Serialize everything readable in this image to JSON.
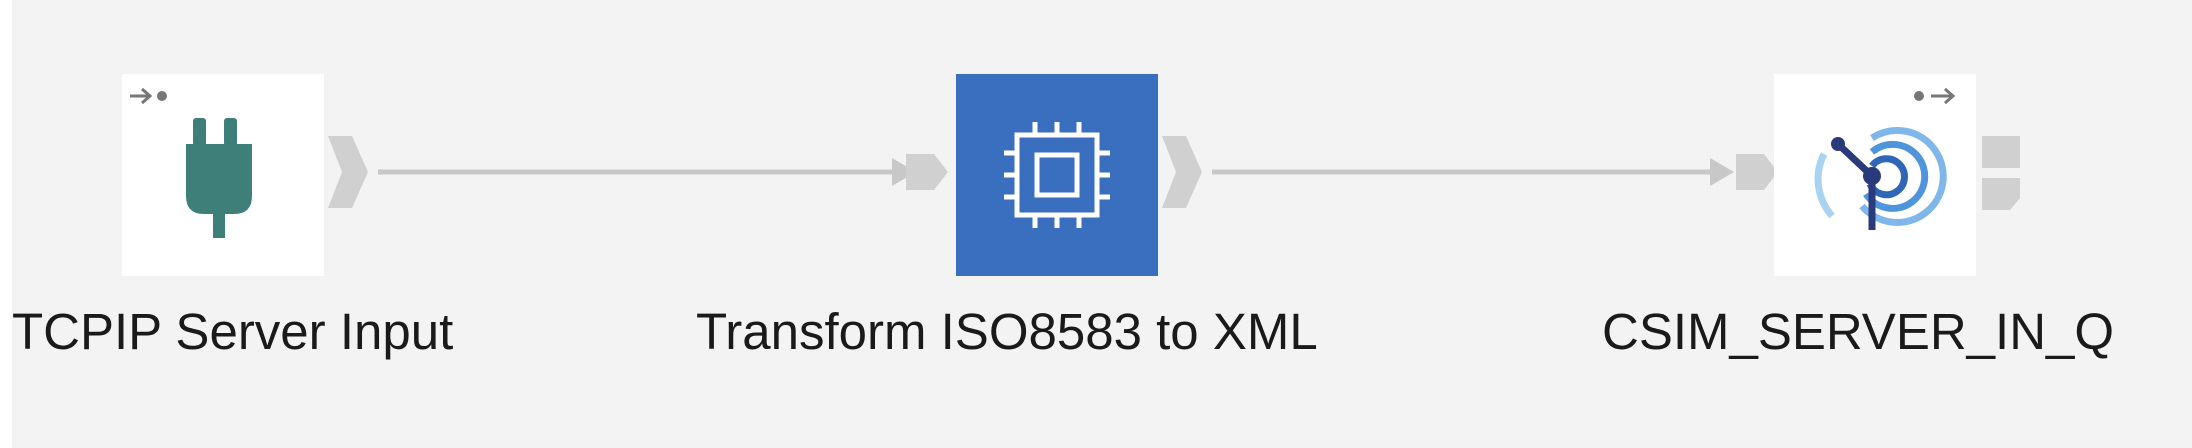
{
  "flow": {
    "nodes": [
      {
        "label": "TCPIP Server Input",
        "icon": "plug-icon",
        "selected": false
      },
      {
        "label": "Transform ISO8583 to XML",
        "icon": "chip-icon",
        "selected": true
      },
      {
        "label": "CSIM_SERVER_IN_Q",
        "icon": "mq-output-icon",
        "selected": false
      }
    ],
    "connections": [
      {
        "from": "TCPIP Server Input",
        "to": "Transform ISO8583 to XML"
      },
      {
        "from": "Transform ISO8583 to XML",
        "to": "CSIM_SERVER_IN_Q"
      }
    ]
  },
  "colors": {
    "canvas": "#f3f3f3",
    "selected_node": "#3a6ebf",
    "plug": "#3f7f7a",
    "connector": "#c8c8c8",
    "terminal": "#d0d0d0"
  }
}
